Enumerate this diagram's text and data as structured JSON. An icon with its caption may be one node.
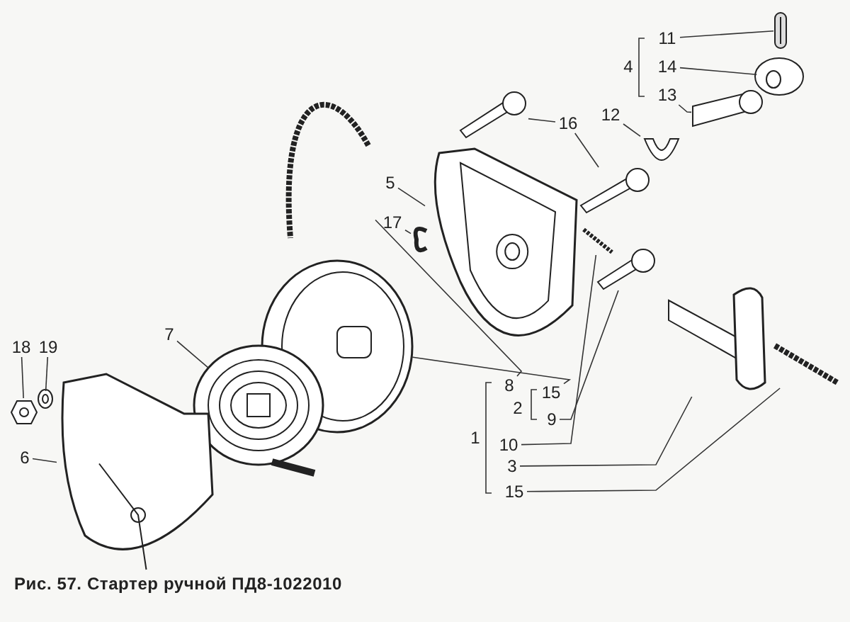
{
  "diagram": {
    "caption": "Рис. 57. Стартер ручной ПД8-1022010",
    "nodes": [
      {
        "text": [
          "11"
        ]
      },
      {
        "text": [
          "14"
        ]
      },
      {
        "text": [
          "13"
        ]
      },
      {
        "text": [
          "12"
        ]
      },
      {
        "text": [
          "16"
        ]
      },
      {
        "text": [
          "5"
        ]
      },
      {
        "text": [
          "17"
        ]
      },
      {
        "text": [
          "7"
        ]
      },
      {
        "text": [
          "18"
        ]
      },
      {
        "text": [
          "19"
        ]
      },
      {
        "text": [
          "8"
        ]
      },
      {
        "text": [
          "15"
        ]
      },
      {
        "text": [
          "9"
        ]
      },
      {
        "text": [
          "10"
        ]
      },
      {
        "text": [
          "3"
        ]
      },
      {
        "text": [
          "6"
        ]
      },
      {
        "text": [
          "15"
        ]
      },
      {
        "text": [],
        "shape": "picture"
      },
      {
        "text": [],
        "shape": "picture"
      },
      {
        "text": [],
        "shape": "picture"
      },
      {
        "text": [],
        "shape": "picture"
      },
      {
        "text": [],
        "shape": "picture"
      },
      {
        "text": [],
        "shape": "picture"
      },
      {
        "text": [],
        "shape": "picture"
      },
      {
        "text": [],
        "shape": "picture"
      },
      {
        "text": [],
        "shape": "picture"
      },
      {
        "text": [],
        "shape": "picture"
      },
      {
        "text": [],
        "shape": "picture"
      },
      {
        "text": [],
        "shape": "picture"
      },
      {
        "text": [],
        "shape": "picture"
      },
      {
        "text": [],
        "shape": "picture"
      },
      {
        "text": [],
        "shape": "picture"
      },
      {
        "text": [],
        "shape": "picture"
      },
      {
        "text": [],
        "shape": "picture"
      },
      {
        "text": [],
        "shape": "picture"
      }
    ],
    "edges": [
      {
        "from": 0,
        "to": 18,
        "arrow": "none"
      },
      {
        "from": 1,
        "to": 19,
        "arrow": "none"
      },
      {
        "from": 2,
        "to": 20,
        "arrow": "none"
      },
      {
        "from": 3,
        "to": 21,
        "arrow": "none"
      },
      {
        "from": 4,
        "to": 22,
        "arrow": "none"
      },
      {
        "from": 4,
        "to": 23,
        "arrow": "none"
      },
      {
        "from": 5,
        "to": 24,
        "arrow": "none"
      },
      {
        "from": 6,
        "to": 25,
        "arrow": "none"
      },
      {
        "from": 7,
        "to": 27,
        "arrow": "none"
      },
      {
        "from": 8,
        "to": 28,
        "arrow": "none"
      },
      {
        "from": 9,
        "to": 29,
        "arrow": "none"
      },
      {
        "from": 10,
        "to": 17,
        "arrow": "none"
      },
      {
        "from": 11,
        "to": 26,
        "arrow": "none"
      },
      {
        "from": 12,
        "to": 31,
        "arrow": "none"
      },
      {
        "from": 13,
        "to": 32,
        "arrow": "none"
      },
      {
        "from": 14,
        "to": 33,
        "arrow": "none"
      },
      {
        "from": 15,
        "to": 30,
        "arrow": "none"
      },
      {
        "from": 16,
        "to": 34,
        "arrow": "none"
      }
    ],
    "labels": [
      "4",
      "2",
      "1"
    ]
  }
}
